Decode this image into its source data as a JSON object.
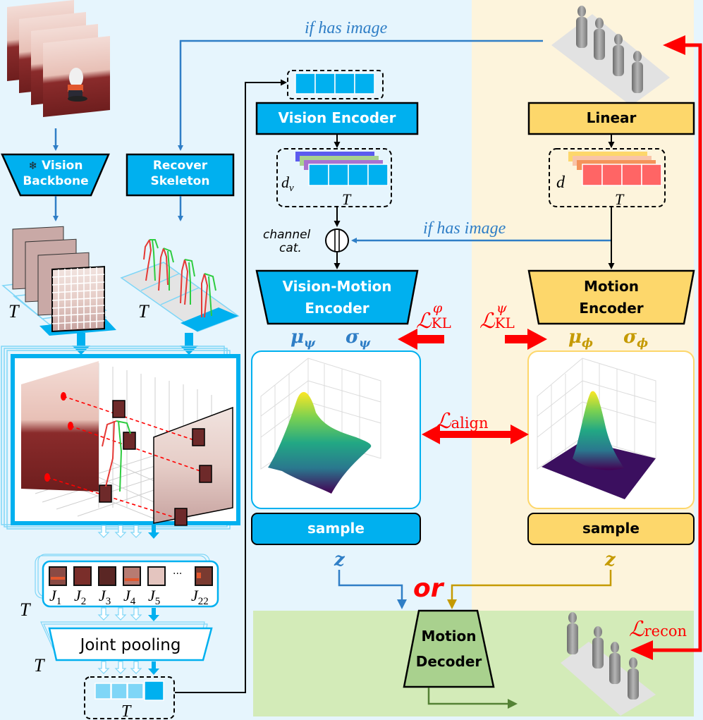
{
  "colors": {
    "panel_blue_bg": "#e6f5fd",
    "panel_beige_bg": "#fdf4dc",
    "panel_green_bg": "#d3ebb8",
    "vision_blue": "#00b0ef",
    "motion_yellow": "#fdd76b",
    "decoder_green": "#a9d18e",
    "arrow_blue": "#2f7ec6",
    "arrow_gold": "#c59a00",
    "arrow_green": "#548235",
    "loss_red": "#ff0000",
    "token_red": "#ff6565"
  },
  "left_pipeline": {
    "vision_backbone": {
      "label_line1": "Vision",
      "label_line2": "Backbone",
      "icon": "snowflake-icon",
      "frozen": true
    },
    "recover_skeleton": {
      "label_line1": "Recover",
      "label_line2": "Skeleton"
    },
    "feature_maps_dim": "T",
    "skeletons_dim": "T",
    "joints": {
      "labels": [
        "J",
        "J",
        "J",
        "J",
        "J",
        "J"
      ],
      "subscripts": [
        "1",
        "2",
        "3",
        "4",
        "5",
        "22"
      ],
      "ellipsis": "···",
      "dim": "T"
    },
    "joint_pooling": {
      "label": "Joint pooling",
      "dim": "T"
    },
    "pooled_tokens_dim": "T"
  },
  "vision_branch": {
    "if_has_image_top": "if has image",
    "vision_encoder": "Vision Encoder",
    "feature_dim": "d",
    "feature_dim_sub": "v",
    "feature_time": "T",
    "channel_cat_line1": "channel",
    "channel_cat_line2": "cat.",
    "if_has_image_mid": "if has image",
    "vision_motion_encoder_line1": "Vision-Motion",
    "vision_motion_encoder_line2": "Encoder",
    "mu": "μ",
    "mu_sub": "ψ",
    "sigma": "σ",
    "sigma_sub": "ψ",
    "sample": "sample",
    "z": "z"
  },
  "motion_branch": {
    "linear": "Linear",
    "feature_dim": "d",
    "feature_time": "T",
    "motion_encoder_line1": "Motion",
    "motion_encoder_line2": "Encoder",
    "mu": "μ",
    "mu_sub": "ϕ",
    "sigma": "σ",
    "sigma_sub": "ϕ",
    "sample": "sample",
    "z": "z"
  },
  "losses": {
    "kl_vision": {
      "symbol": "ℒ",
      "sub": "KL",
      "sup": "φ"
    },
    "kl_motion": {
      "symbol": "ℒ",
      "sub": "KL",
      "sup": "ψ"
    },
    "align": {
      "symbol": "ℒ",
      "sub": "align"
    },
    "recon": {
      "symbol": "ℒ",
      "sub": "recon"
    }
  },
  "decoder": {
    "or_label": "or",
    "motion_decoder_line1": "Motion",
    "motion_decoder_line2": "Decoder"
  }
}
